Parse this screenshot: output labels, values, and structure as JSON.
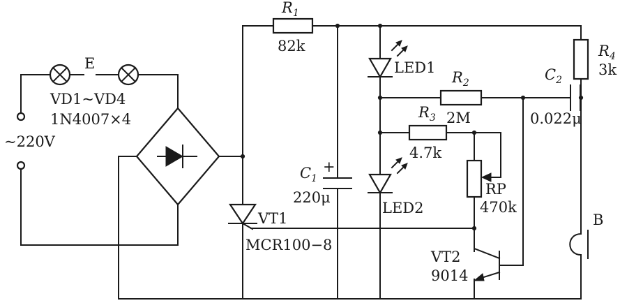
{
  "labels": {
    "r1": "R",
    "r1_sub": "1",
    "r1_value": "82k",
    "r2": "R",
    "r2_sub": "2",
    "r2_value": "2M",
    "r3": "R",
    "r3_sub": "3",
    "r3_value": "4.7k",
    "r4": "R",
    "r4_sub": "4",
    "r4_value": "3k",
    "c1": "C",
    "c1_sub": "1",
    "c1_plus": "+",
    "c1_value": "220μ",
    "c2": "C",
    "c2_sub": "2",
    "c2_value": "0.022μ",
    "led1": "LED1",
    "led2": "LED2",
    "rp": "RP",
    "rp_value": "470k",
    "vt1": "VT1",
    "vt1_part": "MCR100−8",
    "vt2": "VT2",
    "vt2_part": "9014",
    "lamp": "E",
    "bridge": "VD1~VD4",
    "bridge_part": "1N4007×4",
    "mains": "~220V",
    "speaker": "B"
  },
  "colors": {
    "ink": "#1a1a1a",
    "background": "#ffffff"
  }
}
